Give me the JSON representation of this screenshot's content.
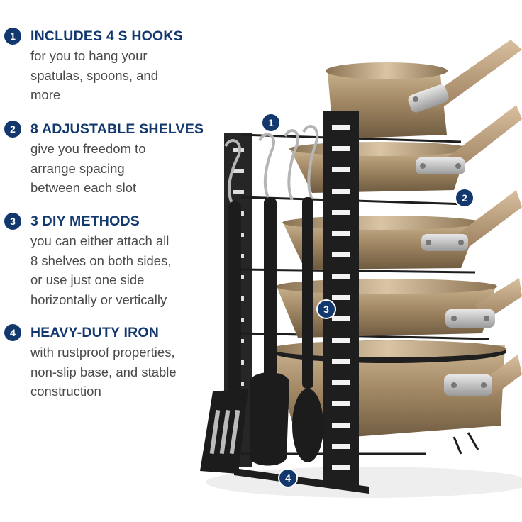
{
  "features": [
    {
      "number": "1",
      "title": "INCLUDES 4 S HOOKS",
      "lines": [
        "for you to hang your",
        "spatulas, spoons, and",
        "more"
      ]
    },
    {
      "number": "2",
      "title": "8 ADJUSTABLE SHELVES",
      "lines": [
        "give you freedom to",
        "arrange spacing",
        "between each slot"
      ]
    },
    {
      "number": "3",
      "title": "3 DIY METHODS",
      "lines": [
        "you can either attach all",
        "8 shelves on both sides,",
        "or use just one side",
        "horizontally or vertically"
      ]
    },
    {
      "number": "4",
      "title": "HEAVY-DUTY IRON",
      "lines": [
        "with rustproof properties,",
        "non-slip base, and stable",
        "construction"
      ]
    }
  ],
  "callouts": [
    "1",
    "2",
    "3",
    "4"
  ],
  "colors": {
    "accent": "#12386e",
    "text": "#4a4a4a",
    "rack": "#1e1e1e",
    "pan_bronze": "#a88e6a",
    "handle_tan": "#b89a78"
  },
  "image": {
    "subject": "pan-organizer-rack-with-pans-and-utensils"
  }
}
